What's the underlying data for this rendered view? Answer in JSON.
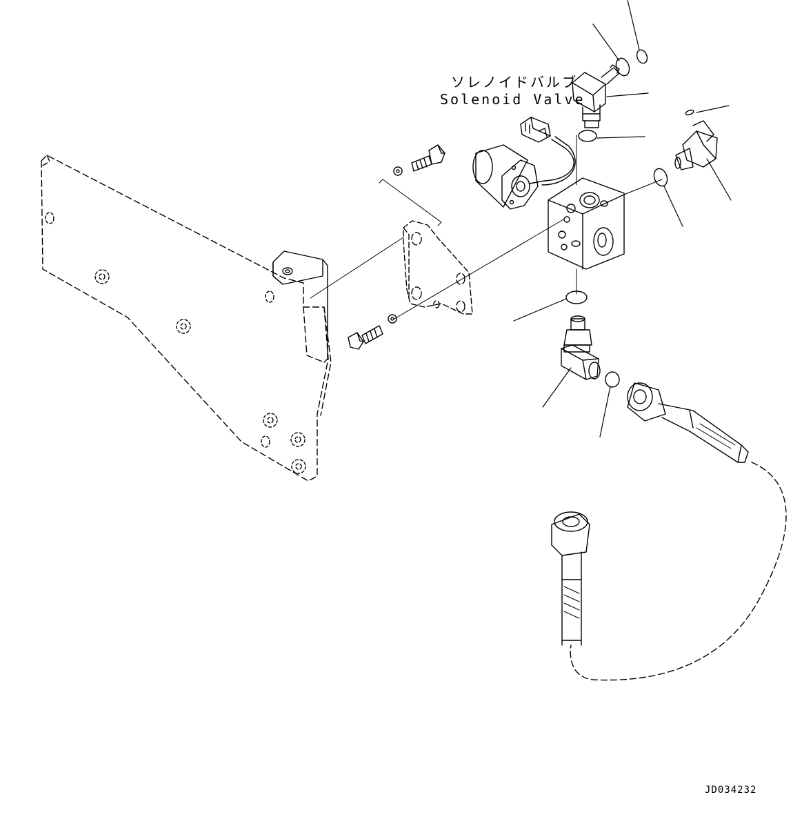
{
  "labels": {
    "japanese": "ソレノイドバルブ",
    "english": "Solenoid Valve",
    "drawing_id": "JD034232"
  }
}
